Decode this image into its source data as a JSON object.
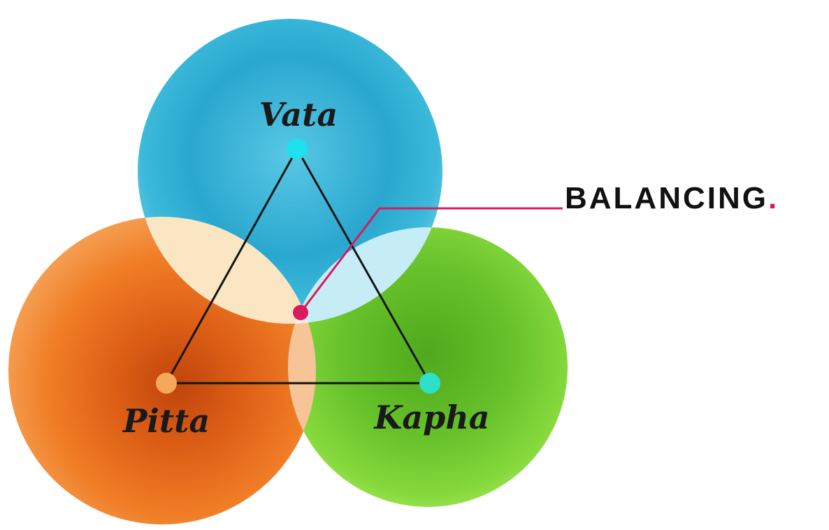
{
  "doshas": {
    "vata": {
      "label": "Vata",
      "color": "#2fb8d6",
      "dot_color": "#1ee0ee"
    },
    "pitta": {
      "label": "Pitta",
      "color": "#f07a22",
      "dot_color": "#f5a85a"
    },
    "kapha": {
      "label": "Kapha",
      "color": "#72c92a",
      "dot_color": "#2fe0c8"
    }
  },
  "balance": {
    "label": "BALANCING",
    "period": ".",
    "accent_color": "#d91a5e"
  }
}
